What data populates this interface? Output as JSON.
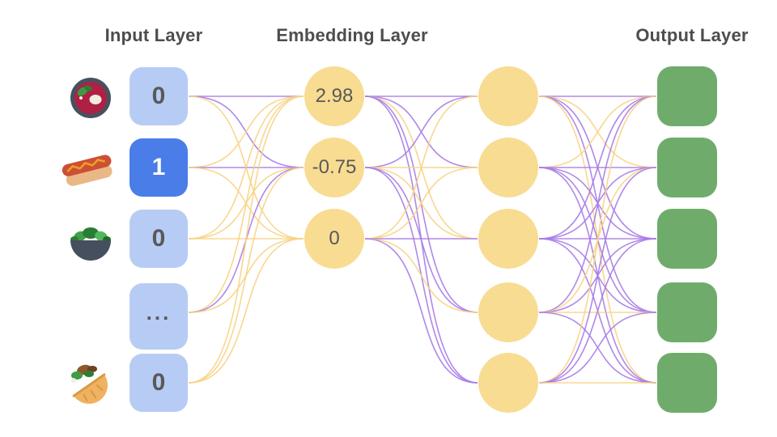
{
  "titles": {
    "input": "Input Layer",
    "embedding": "Embedding Layer",
    "output": "Output Layer"
  },
  "colors": {
    "edge_purple": "#A77BE5",
    "edge_yellow": "#F7D384",
    "input_inactive_bg": "#B7CCF5",
    "input_active_bg": "#4A7DE8",
    "node_yellow": "#F8DC92",
    "output_green": "#6FAC6C",
    "text_dark": "#595959",
    "title_color": "#4D4D4D"
  },
  "input_layer": {
    "nodes": [
      {
        "value": "0",
        "icon": "borscht-soup-icon",
        "active": false
      },
      {
        "value": "1",
        "icon": "hot-dog-icon",
        "active": true
      },
      {
        "value": "0",
        "icon": "green-salad-icon",
        "active": false
      },
      {
        "value": "...",
        "icon": "none",
        "active": false
      },
      {
        "value": "0",
        "icon": "stuffed-flatbread-icon",
        "active": false
      }
    ]
  },
  "embedding_layer": {
    "node_values": [
      "2.98",
      "-0.75",
      "0"
    ]
  },
  "hidden_layer": {
    "node_count": 5
  },
  "output_layer": {
    "node_count": 5
  },
  "edges": {
    "input_to_embedding": [
      [
        0,
        0,
        "P"
      ],
      [
        0,
        1,
        "P"
      ],
      [
        0,
        2,
        "Y"
      ],
      [
        1,
        0,
        "Y"
      ],
      [
        1,
        1,
        "P"
      ],
      [
        1,
        2,
        "Y"
      ],
      [
        2,
        0,
        "Y"
      ],
      [
        2,
        1,
        "Y"
      ],
      [
        2,
        2,
        "Y"
      ],
      [
        3,
        0,
        "Y"
      ],
      [
        3,
        1,
        "P"
      ],
      [
        3,
        2,
        "Y"
      ],
      [
        4,
        0,
        "Y"
      ],
      [
        4,
        1,
        "Y"
      ],
      [
        4,
        2,
        "Y"
      ]
    ],
    "embedding_to_hidden": [
      [
        0,
        0,
        "P"
      ],
      [
        0,
        1,
        "P"
      ],
      [
        0,
        2,
        "Y"
      ],
      [
        0,
        3,
        "P"
      ],
      [
        0,
        4,
        "P"
      ],
      [
        1,
        0,
        "P"
      ],
      [
        1,
        1,
        "Y"
      ],
      [
        1,
        2,
        "Y"
      ],
      [
        1,
        3,
        "P"
      ],
      [
        1,
        4,
        "P"
      ],
      [
        2,
        0,
        "Y"
      ],
      [
        2,
        1,
        "Y"
      ],
      [
        2,
        2,
        "P"
      ],
      [
        2,
        3,
        "Y"
      ],
      [
        2,
        4,
        "P"
      ]
    ],
    "hidden_to_output": [
      [
        0,
        0,
        "P"
      ],
      [
        0,
        1,
        "Y"
      ],
      [
        0,
        2,
        "P"
      ],
      [
        0,
        3,
        "P"
      ],
      [
        0,
        4,
        "Y"
      ],
      [
        1,
        0,
        "Y"
      ],
      [
        1,
        1,
        "P"
      ],
      [
        1,
        2,
        "P"
      ],
      [
        1,
        3,
        "P"
      ],
      [
        1,
        4,
        "P"
      ],
      [
        2,
        0,
        "P"
      ],
      [
        2,
        1,
        "P"
      ],
      [
        2,
        2,
        "P"
      ],
      [
        2,
        3,
        "P"
      ],
      [
        2,
        4,
        "P"
      ],
      [
        3,
        0,
        "P"
      ],
      [
        3,
        1,
        "Y"
      ],
      [
        3,
        2,
        "P"
      ],
      [
        3,
        3,
        "Y"
      ],
      [
        3,
        4,
        "P"
      ],
      [
        4,
        0,
        "Y"
      ],
      [
        4,
        1,
        "P"
      ],
      [
        4,
        2,
        "P"
      ],
      [
        4,
        3,
        "P"
      ],
      [
        4,
        4,
        "Y"
      ]
    ]
  }
}
